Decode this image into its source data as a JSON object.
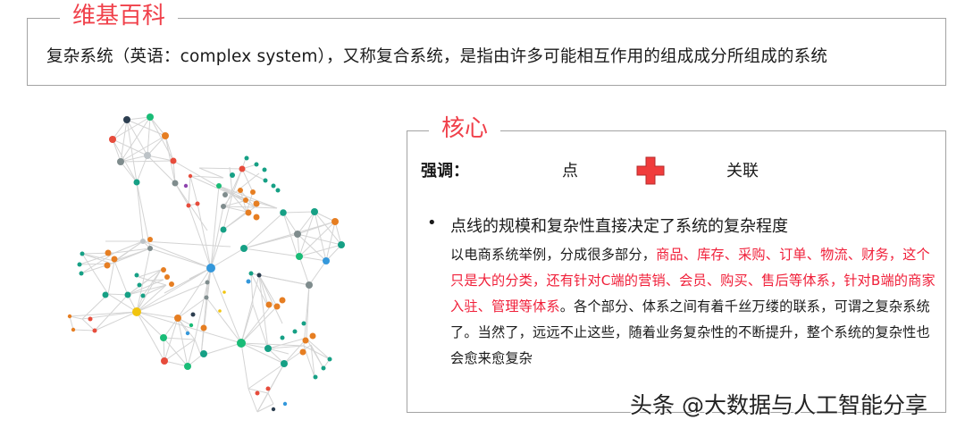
{
  "wiki": {
    "title": "维基百科",
    "definition": "复杂系统（英语：complex system），又称复合系统，是指由许多可能相互作用的组成成分所组成的系统"
  },
  "core": {
    "title": "核心",
    "emphasis_label": "强调：",
    "point_label": "点",
    "plus_icon": "red-plus-icon",
    "plus_color": "#f03c3c",
    "link_label": "关联",
    "bullet_marker": "•",
    "bullet_title": "点线的规模和复杂性直接决定了系统的复杂程度",
    "paragraph": {
      "part1": "以电商系统举例，分成很多部分，",
      "part2_red": "商品、库存、采购、订单、物流、财务，这个只是大的分类，还有针对C端的营销、会员、购买、售后等体系，针对B端的商家入驻、管理等体系",
      "part3": "。各个部分、体系之间有着千丝万缕的联系，可谓之复杂系统了。当然了，远远不止这些，随着业务复杂性的不断提升，整个系统的复杂性也会愈来愈复杂"
    }
  },
  "watermark": "头条 @大数据与人工智能分享",
  "colors": {
    "title_red": "#f0404a",
    "highlight_red": "#f0203a",
    "border_gray": "#a3a3a3",
    "edge_gray": "#d4d4d4"
  },
  "network": {
    "description": "network graph illustrating a complex system of nodes and links",
    "node_colors": [
      "#2c3e50",
      "#1abc77",
      "#e74c3c",
      "#e67e22",
      "#7f8c8d",
      "#bdc3c7",
      "#16a085",
      "#3498db",
      "#f1c40f",
      "#8e44ad"
    ]
  }
}
